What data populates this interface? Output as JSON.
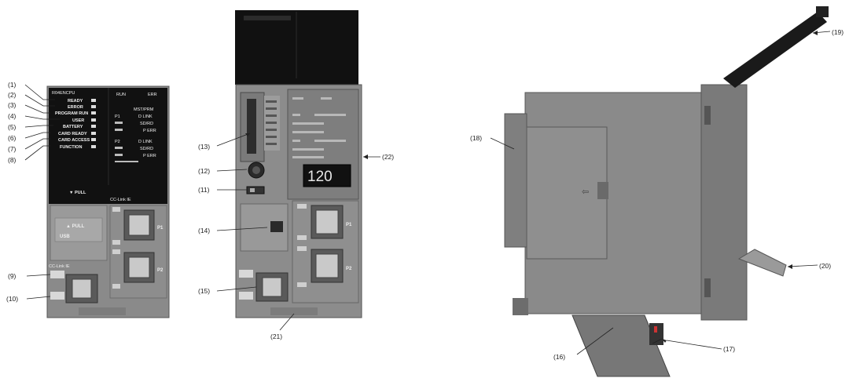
{
  "figure": {
    "model": "R04ENCPU",
    "led_labels": [
      "READY",
      "ERROR",
      "PROGRAM RUN",
      "USER",
      "BATTERY",
      "CARD READY",
      "CARD ACCESS",
      "FUNCTION"
    ],
    "status_header": [
      "RUN",
      "ERR"
    ],
    "status_mode": "MST/PRM",
    "port_rows": [
      {
        "port": "P1",
        "items": [
          "D LINK",
          "SD/RD",
          "P ERR"
        ]
      },
      {
        "port": "P2",
        "items": [
          "D LINK",
          "SD/RD",
          "P ERR"
        ]
      }
    ],
    "pull_label": "PULL",
    "usb_label": "USB",
    "cclink_label": "CC-Link IE",
    "port_labels": [
      "P1",
      "P2"
    ],
    "display_value": "120",
    "callouts": {
      "c1": "(1)",
      "c2": "(2)",
      "c3": "(3)",
      "c4": "(4)",
      "c5": "(5)",
      "c6": "(6)",
      "c7": "(7)",
      "c8": "(8)",
      "c9": "(9)",
      "c10": "(10)",
      "c11": "(11)",
      "c12": "(12)",
      "c13": "(13)",
      "c14": "(14)",
      "c15": "(15)",
      "c16": "(16)",
      "c17": "(17)",
      "c18": "(18)",
      "c19": "(19)",
      "c20": "(20)",
      "c21": "(21)",
      "c22": "(22)"
    }
  }
}
